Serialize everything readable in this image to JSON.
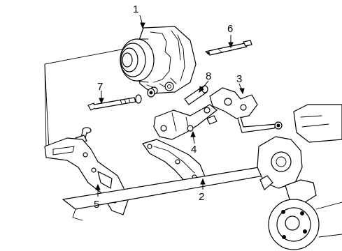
{
  "callouts": [
    {
      "id": "1",
      "text": "1"
    },
    {
      "id": "2",
      "text": "2"
    },
    {
      "id": "3",
      "text": "3"
    },
    {
      "id": "4",
      "text": "4"
    },
    {
      "id": "5",
      "text": "5"
    },
    {
      "id": "6",
      "text": "6"
    },
    {
      "id": "7",
      "text": "7"
    },
    {
      "id": "8",
      "text": "8"
    }
  ],
  "parts": {
    "alternator": "alternator-illustration",
    "mounting_bracket": "mounting-bracket-illustration",
    "adjusting_bracket": "adjusting-bracket-illustration",
    "brace": "brace-illustration",
    "support_bracket": "support-bracket-illustration",
    "cable_strap": "cable-strap-illustration",
    "bolt": "bolt-illustration",
    "spacer": "spacer-illustration"
  },
  "colors": {
    "line": "#000000",
    "background": "#ffffff"
  }
}
